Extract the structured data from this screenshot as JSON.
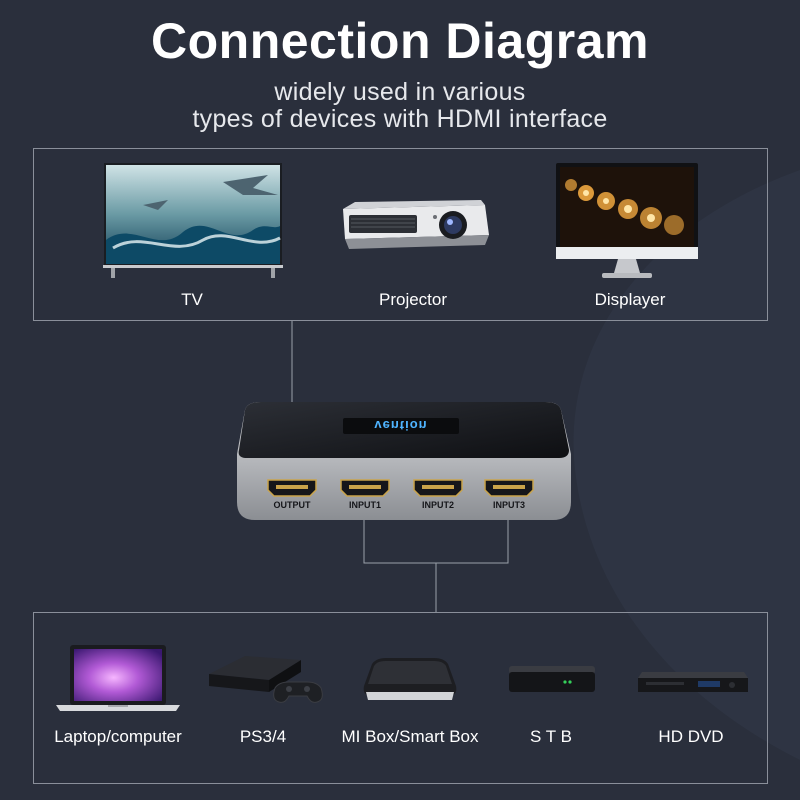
{
  "header": {
    "title": "Connection Diagram",
    "subtitle_line1": "widely used in various",
    "subtitle_line2": "types of devices with HDMI interface"
  },
  "outputs": [
    {
      "label": "TV",
      "icon": "tv-icon"
    },
    {
      "label": "Projector",
      "icon": "projector-icon"
    },
    {
      "label": "Displayer",
      "icon": "monitor-icon"
    }
  ],
  "switch": {
    "brand": "vention",
    "ports": [
      "OUTPUT",
      "INPUT1",
      "INPUT2",
      "INPUT3"
    ]
  },
  "inputs": [
    {
      "label": "Laptop/computer",
      "icon": "laptop-icon"
    },
    {
      "label": "PS3/4",
      "icon": "game-console-icon"
    },
    {
      "label": "MI Box/Smart Box",
      "icon": "smart-box-icon"
    },
    {
      "label": "S T B",
      "icon": "set-top-box-icon"
    },
    {
      "label": "HD DVD",
      "icon": "dvd-player-icon"
    }
  ],
  "colors": {
    "background": "#2a2f3c",
    "frame": "#8a8f9a",
    "accent_blue": "#4fb4ff"
  }
}
